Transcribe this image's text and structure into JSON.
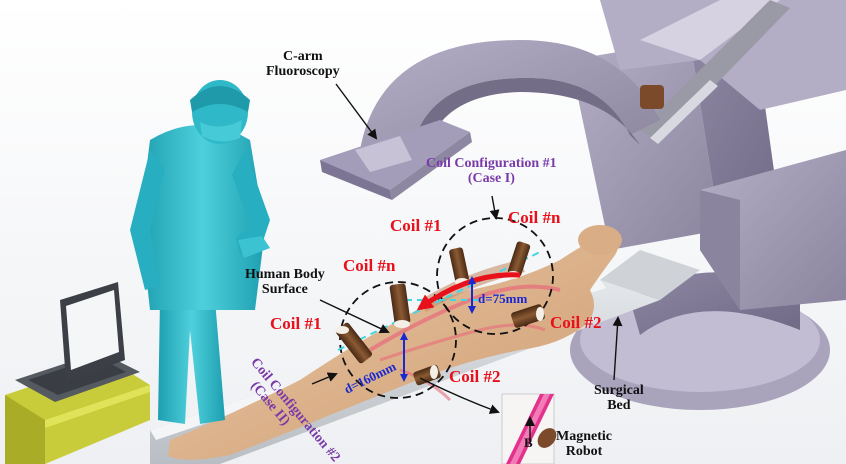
{
  "labels": {
    "c_arm_line1": "C-arm",
    "c_arm_line2": "Fluoroscopy",
    "config1_line1": "Coil Configuration #1",
    "config1_line2": "(Case I)",
    "config2_line1": "Coil Configuration #2",
    "config2_line2": "(Case II)",
    "human_body_line1": "Human Body",
    "human_body_line2": "Surface",
    "surgical_bed_line1": "Surgical",
    "surgical_bed_line2": "Bed",
    "magnetic_robot_line1": "Magnetic",
    "magnetic_robot_line2": "Robot",
    "field_b": "B",
    "case1_coil1": "Coil #1",
    "case1_coiln": "Coil #n",
    "case1_coil2": "Coil #2",
    "case2_coil1": "Coil #1",
    "case2_coiln": "Coil #n",
    "case2_coil2": "Coil #2",
    "distance_case1": "d=75mm",
    "distance_case2": "d=160mm"
  },
  "colors": {
    "annotation_text": "#111111",
    "coil_label": "#e8101a",
    "configuration_label": "#7a3aa8",
    "distance_label": "#1a28d0",
    "surgeon": "#2fb8c8",
    "c_arm": "#9a94ae",
    "body": "#e0b68e",
    "laptop_base": "#c8cc3a"
  }
}
